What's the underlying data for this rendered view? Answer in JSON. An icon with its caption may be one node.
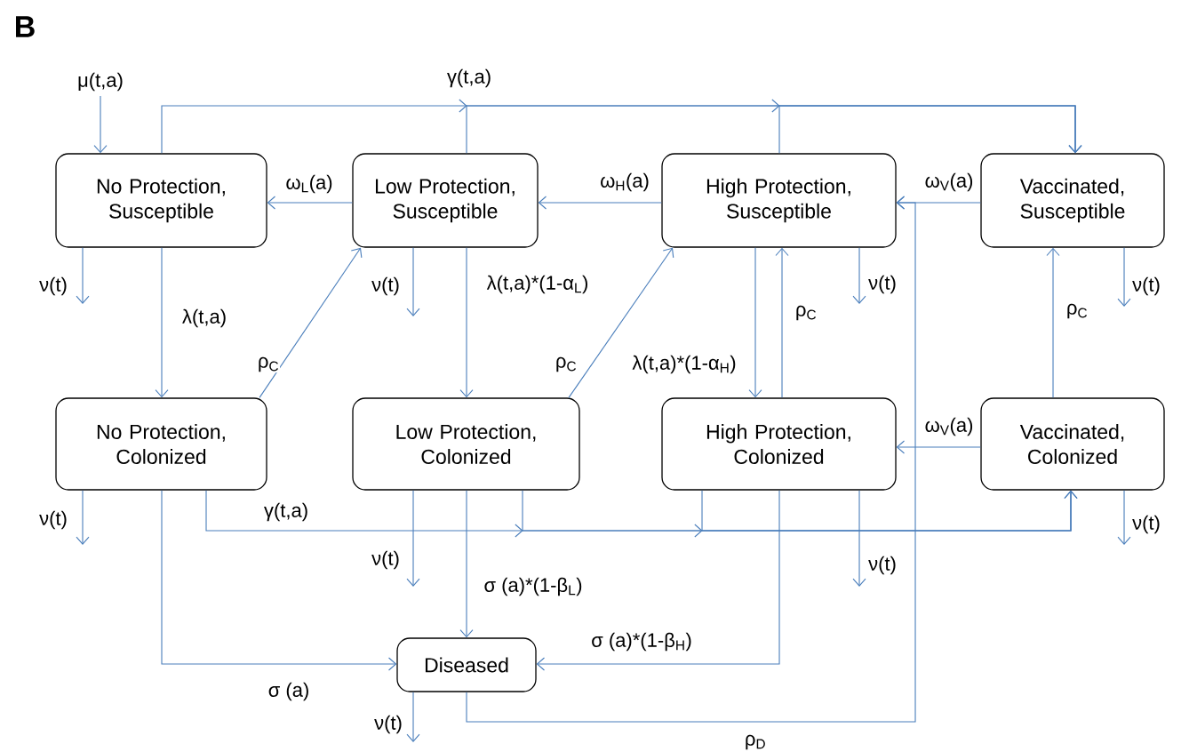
{
  "diagram": {
    "nodes": [
      {
        "text": [
          "No Protection, Susceptible"
        ]
      },
      {
        "text": [
          "Low Protection, Susceptible"
        ]
      },
      {
        "text": [
          "High Protection, Susceptible"
        ]
      },
      {
        "text": [
          "Vaccinated, Susceptible"
        ]
      },
      {
        "text": [
          "No Protection, Colonized"
        ]
      },
      {
        "text": [
          "Low Protection, Colonized"
        ]
      },
      {
        "text": [
          "High Protection, Colonized"
        ]
      },
      {
        "text": [
          "Vaccinated, Colonized"
        ]
      },
      {
        "text": [
          "Diseased"
        ]
      }
    ],
    "edges": [
      {
        "from": null,
        "to": 0,
        "arrow": "to",
        "label": "μ(t,a)"
      },
      {
        "from": 0,
        "to": 3,
        "arrow": "to",
        "label": "γ(t,a)"
      },
      {
        "from": 1,
        "to": 3,
        "arrow": "to"
      },
      {
        "from": 2,
        "to": 3,
        "arrow": "to"
      },
      {
        "from": 1,
        "to": 0,
        "arrow": "to",
        "label": "ω$_{L}$(a)"
      },
      {
        "from": 2,
        "to": 1,
        "arrow": "to",
        "label": "ω$_{H}$(a)"
      },
      {
        "from": 3,
        "to": 2,
        "arrow": "to",
        "label": "ω$_{V}$(a)"
      },
      {
        "from": 0,
        "to": null,
        "arrow": "to",
        "label": "ν(t)"
      },
      {
        "from": 1,
        "to": null,
        "arrow": "to",
        "label": "ν(t)"
      },
      {
        "from": 2,
        "to": null,
        "arrow": "to",
        "label": "ν(t)"
      },
      {
        "from": 3,
        "to": null,
        "arrow": "to",
        "label": "ν(t)"
      },
      {
        "from": 0,
        "to": 4,
        "arrow": "to",
        "label": "λ(t,a)"
      },
      {
        "from": 1,
        "to": 5,
        "arrow": "to",
        "label": "λ(t,a)*(1-α$_{L}$)"
      },
      {
        "from": 4,
        "to": 1,
        "arrow": "to",
        "label": "ρ$_{C}$"
      },
      {
        "from": 5,
        "to": 2,
        "arrow": "to",
        "label": "ρ$_{C}$"
      },
      {
        "from": 2,
        "to": 6,
        "arrow": "to",
        "label": "λ(t,a)*(1-α$_{H}$)"
      },
      {
        "from": 6,
        "to": 2,
        "arrow": "to",
        "label": "ρ$_{C}$"
      },
      {
        "from": 7,
        "to": 3,
        "arrow": "to",
        "label": "ρ$_{C}$"
      },
      {
        "from": 7,
        "to": 6,
        "arrow": "to",
        "label": "ω$_{V}$(a)"
      },
      {
        "from": 4,
        "to": null,
        "arrow": "to",
        "label": "ν(t)"
      },
      {
        "from": 5,
        "to": null,
        "arrow": "to",
        "label": "ν(t)"
      },
      {
        "from": 6,
        "to": null,
        "arrow": "to",
        "label": "ν(t)"
      },
      {
        "from": 7,
        "to": null,
        "arrow": "to",
        "label": "ν(t)"
      },
      {
        "from": 4,
        "to": 7,
        "arrow": "to",
        "label": "γ(t,a)"
      },
      {
        "from": 5,
        "to": 7,
        "arrow": "to"
      },
      {
        "from": 6,
        "to": 7,
        "arrow": "to"
      },
      {
        "from": 4,
        "to": 8,
        "arrow": "to",
        "label": "σ (a)"
      },
      {
        "from": 5,
        "to": 8,
        "arrow": "to",
        "label": "σ (a)*(1-β$_{L}$)"
      },
      {
        "from": 6,
        "to": 8,
        "arrow": "to",
        "label": "σ (a)*(1-β$_{H}$)"
      },
      {
        "from": 8,
        "to": null,
        "arrow": "to",
        "label": "ν(t)"
      },
      {
        "from": 8,
        "to": 2,
        "arrow": "to",
        "label": "ρ$_{D}$"
      }
    ],
    "labels": [
      "B"
    ]
  }
}
